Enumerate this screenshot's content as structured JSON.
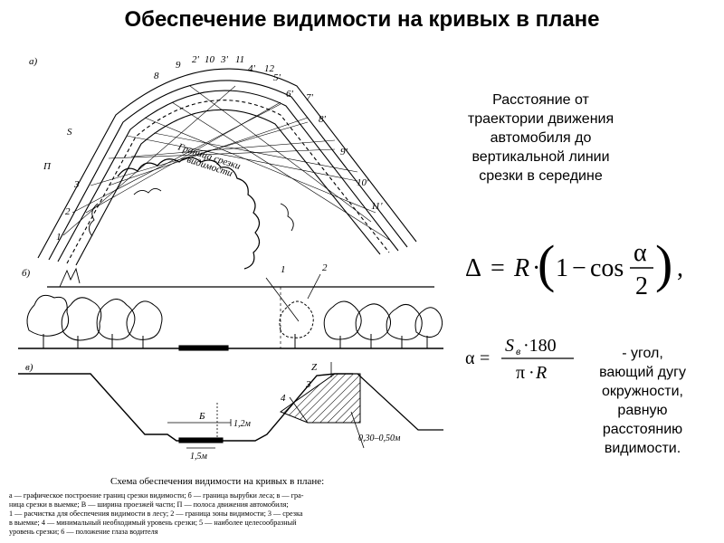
{
  "title": "Обеспечение видимости на кривых в плане",
  "right_text": "Расстояние от траектории движения автомобиля до вертикальной линии срезки в середине",
  "formula_delta": {
    "lhs": "Δ",
    "eq": "=",
    "R": "R",
    "dot": "·",
    "one": "1",
    "minus": "−",
    "cos": "cos",
    "alpha": "α",
    "two": "2",
    "tail": ","
  },
  "formula_alpha": {
    "alpha": "α",
    "eq": "=",
    "S": "S",
    "sub": "в",
    "num_tail": "·180",
    "pi": "π",
    "dot": "·",
    "R": "R"
  },
  "alpha_desc": {
    "line1": "-   угол,",
    "line2": "вающий дугу",
    "rest": "окружности, равную расстоянию видимости."
  },
  "diagram": {
    "a_label": "а)",
    "b_label": "б)",
    "v_label": "в)",
    "curve_labels": {
      "s": "S",
      "p": "П",
      "n3": "3",
      "n2": "2",
      "n1": "1",
      "top": [
        "8",
        "9",
        "2'",
        "10",
        "3'",
        "11",
        "4'",
        "12",
        "5'",
        "6'",
        "7'",
        "8'",
        "9'",
        "10'",
        "11'"
      ]
    },
    "border_label": [
      "Граница срезки",
      "видимости"
    ],
    "b_nums": [
      "1",
      "2"
    ],
    "v_nums": {
      "z": "Z",
      "three": "3",
      "four": "4",
      "b": "Б"
    },
    "dims": {
      "h12": "1,2м",
      "w15": "1,5м",
      "depth": "0,30–0,50м"
    },
    "caption": "Схема обеспечения видимости на кривых в плане:",
    "legend": [
      "а — графическое построение границ срезки видимости;  б — граница вырубки леса;  в — гра-",
      "ница срезки в выемке;  В — ширина проезжей части;  П — полоса движения автомобиля;",
      "1 — расчистка для обеспечения видимости в лесу;  2 — граница зоны видимости;  3 — срезка",
      "в выемке;  4 — минимальный необходимый уровень срезки;  5 — наиболее целесообразный",
      "уровень срезки;  6 — положение глаза водителя"
    ]
  }
}
